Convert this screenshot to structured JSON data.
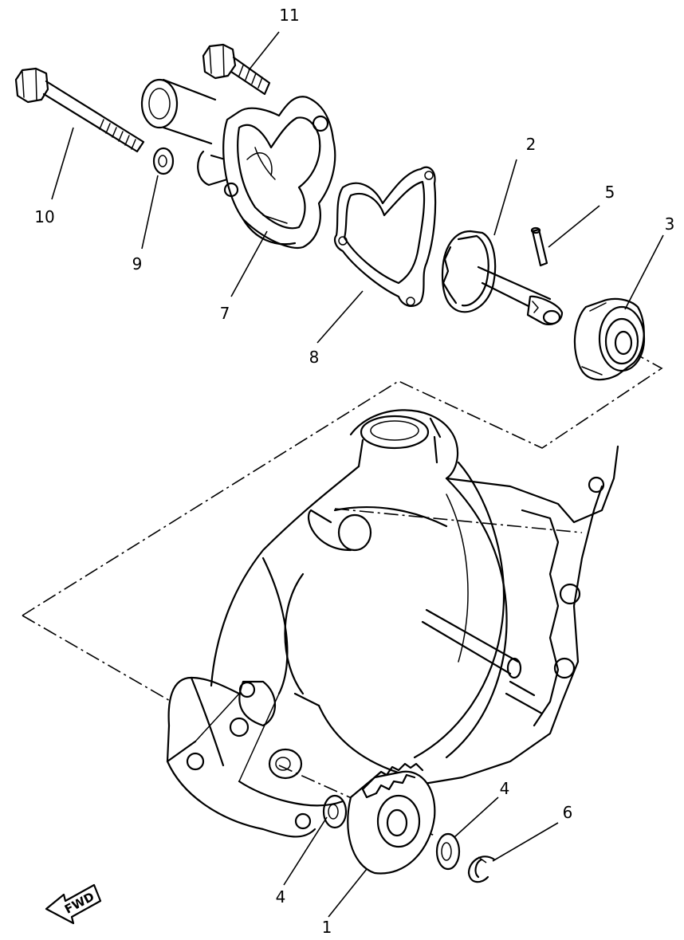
{
  "callouts": {
    "c1": "1",
    "c2": "2",
    "c3": "3",
    "c4a": "4",
    "c4b": "4",
    "c5": "5",
    "c6": "6",
    "c7": "7",
    "c8": "8",
    "c9": "9",
    "c10": "10",
    "c11": "11"
  },
  "fwd_label": "FWD"
}
